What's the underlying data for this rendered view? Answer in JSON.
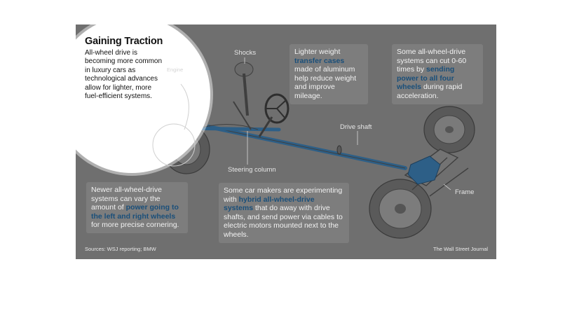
{
  "title": "Gaining Traction",
  "intro": "All-wheel drive is becoming more common in luxury cars as technological advances allow for lighter, more fuel-efficient systems.",
  "labels": {
    "shocks": "Shocks",
    "engine": "Engine",
    "drive_shaft": "Drive shaft",
    "steering_column": "Steering column",
    "frame": "Frame"
  },
  "callouts": {
    "transfer": {
      "pre": "Lighter weight ",
      "hl": "transfer cases",
      "post": " made of aluminum help reduce weight and improve mileage."
    },
    "sending": {
      "pre": "Some all-wheel-drive systems can cut 0-60 times by ",
      "hl": "sending power to all four wheels",
      "post": " during rapid acceleration."
    },
    "newer": {
      "pre": "Newer all-wheel-drive systems can vary the amount of ",
      "hl": "power going to the left and right wheels",
      "post": " for more precise cornering."
    },
    "hybrid": {
      "pre": "Some car makers are experimenting with ",
      "hl": "hybrid all-wheel-drive systems",
      "post": " that do away with drive shafts, and send power via cables to electric motors mounted next to the wheels."
    }
  },
  "footer": {
    "sources": "Sources: WSJ reporting; BMW",
    "credit": "The Wall Street Journal"
  },
  "colors": {
    "background": "#6f6f6f",
    "callout_bg": "#7d7d7d",
    "highlight": "#1a4f7a",
    "drivetrain": "#2d5f87"
  }
}
